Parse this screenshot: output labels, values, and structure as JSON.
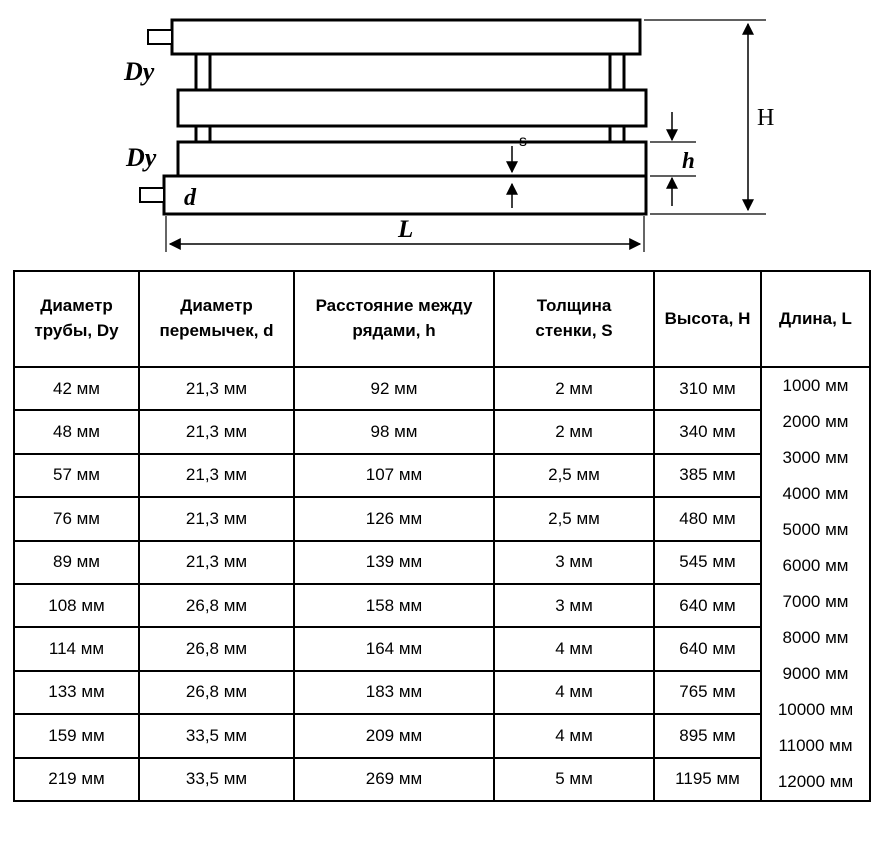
{
  "diagram": {
    "labels": {
      "dy_top": "Dy",
      "dy_bottom": "Dy",
      "d": "d",
      "s": "s",
      "h": "h",
      "H": "H",
      "L": "L"
    }
  },
  "table": {
    "headers": [
      "Диаметр\nтрубы, Dy",
      "Диаметр\nперемычек, d",
      "Расстояние между\nрядами, h",
      "Толщина\nстенки, S",
      "Высота, H",
      "Длина, L"
    ],
    "rows": [
      [
        "42 мм",
        "21,3 мм",
        "92 мм",
        "2 мм",
        "310 мм"
      ],
      [
        "48 мм",
        "21,3 мм",
        "98 мм",
        "2 мм",
        "340 мм"
      ],
      [
        "57 мм",
        "21,3 мм",
        "107 мм",
        "2,5 мм",
        "385 мм"
      ],
      [
        "76 мм",
        "21,3 мм",
        "126 мм",
        "2,5 мм",
        "480 мм"
      ],
      [
        "89 мм",
        "21,3 мм",
        "139 мм",
        "3 мм",
        "545 мм"
      ],
      [
        "108 мм",
        "26,8 мм",
        "158 мм",
        "3 мм",
        "640 мм"
      ],
      [
        "114 мм",
        "26,8 мм",
        "164 мм",
        "4 мм",
        "640 мм"
      ],
      [
        "133 мм",
        "26,8 мм",
        "183 мм",
        "4 мм",
        "765 мм"
      ],
      [
        "159 мм",
        "33,5 мм",
        "209 мм",
        "4 мм",
        "895 мм"
      ],
      [
        "219 мм",
        "33,5 мм",
        "269 мм",
        "5 мм",
        "1195 мм"
      ]
    ],
    "lengths": [
      "1000 мм",
      "2000 мм",
      "3000 мм",
      "4000 мм",
      "5000 мм",
      "6000 мм",
      "7000 мм",
      "8000 мм",
      "9000 мм",
      "10000 мм",
      "11000 мм",
      "12000 мм"
    ]
  }
}
